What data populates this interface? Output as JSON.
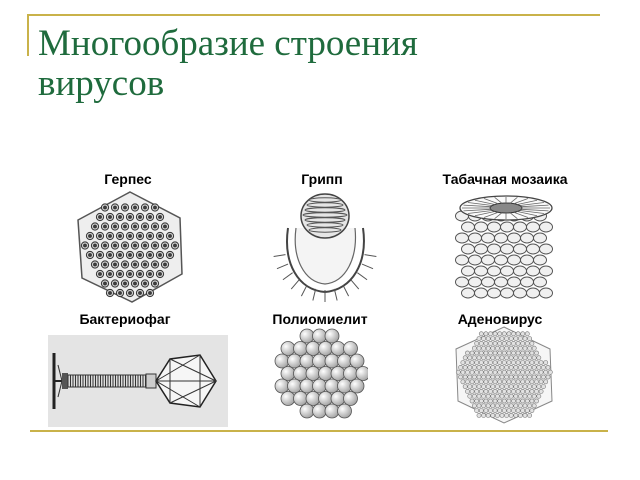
{
  "slide": {
    "title_line1": "Многообразие строения",
    "title_line2": "вирусов"
  },
  "viruses": [
    {
      "name": "Герпес",
      "icon": "herpes-virus-icon"
    },
    {
      "name": "Грипп",
      "icon": "influenza-virus-icon"
    },
    {
      "name": "Табачная мозаика",
      "icon": "tobacco-mosaic-virus-icon"
    },
    {
      "name": "Бактериофаг",
      "icon": "bacteriophage-icon"
    },
    {
      "name": "Полиомиелит",
      "icon": "poliovirus-icon"
    },
    {
      "name": "Аденовирус",
      "icon": "adenovirus-icon"
    }
  ],
  "colors": {
    "title": "#1f6b3d",
    "frame": "#c9b24a"
  }
}
